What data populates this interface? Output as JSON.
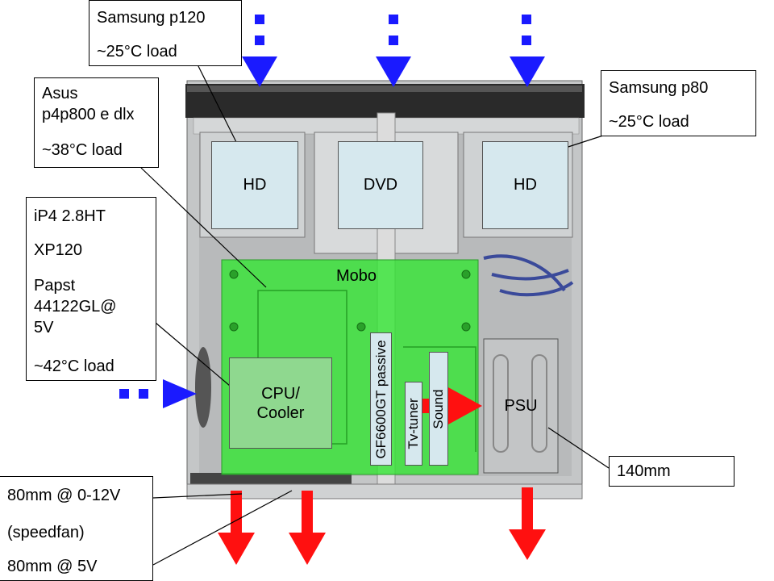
{
  "labels": {
    "hd1": {
      "line1": "Samsung p120",
      "line2": "~25°C load"
    },
    "mobo": {
      "line1": "Asus",
      "line2": "p4p800 e dlx",
      "line3": "~38°C load"
    },
    "hd2": {
      "line1": "Samsung p80",
      "line2": "~25°C load"
    },
    "cpu": {
      "line1": "iP4 2.8HT",
      "line2": "XP120",
      "line3": "Papst",
      "line4": "44122GL@",
      "line5": "5V",
      "line6": "~42°C load"
    },
    "fans": {
      "line1": "80mm @ 0-12V",
      "line2": "(speedfan)",
      "line3": "80mm @ 5V"
    },
    "psu_fan": {
      "line1": "140mm"
    }
  },
  "components": {
    "hd_left": "HD",
    "dvd": "DVD",
    "hd_right": "HD",
    "mobo": "Mobo",
    "cpu_cooler_line1": "CPU/",
    "cpu_cooler_line2": "Cooler",
    "gpu": "GF6600GT passive",
    "tv_tuner": "Tv-tuner",
    "sound": "Sound",
    "psu": "PSU"
  },
  "colors": {
    "intake_arrow": "#1a1aff",
    "exhaust_arrow": "#ff1010",
    "mobo_fill": "#33e633",
    "drive_fill": "#d6e8ee",
    "case_metal": "#c9c9c9"
  }
}
